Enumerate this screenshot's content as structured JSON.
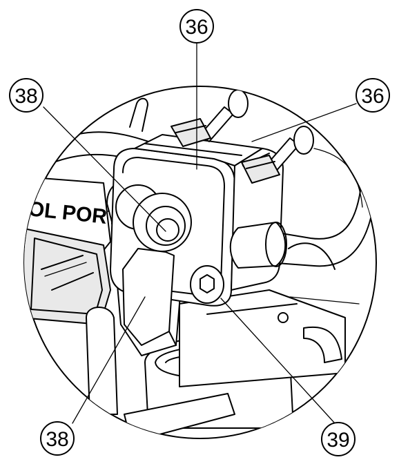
{
  "label_text": "OL PORT",
  "callouts": [
    {
      "id": "callout-36-top",
      "label": "36"
    },
    {
      "id": "callout-36-right",
      "label": "36"
    },
    {
      "id": "callout-38-top",
      "label": "38"
    },
    {
      "id": "callout-38-bottom",
      "label": "38"
    },
    {
      "id": "callout-39",
      "label": "39"
    }
  ]
}
